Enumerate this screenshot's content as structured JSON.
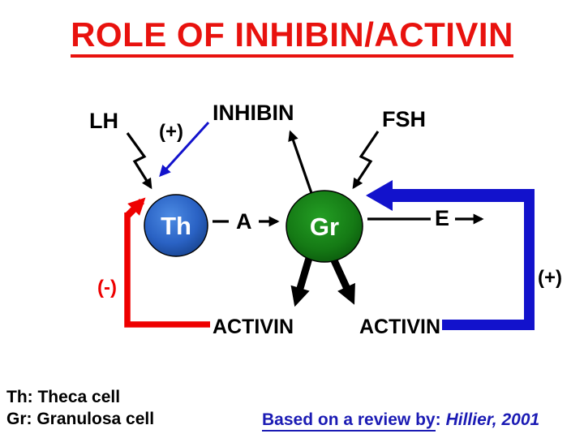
{
  "slide": {
    "title": "ROLE OF INHIBIN/ACTIVIN"
  },
  "diagram": {
    "lh_label": "LH",
    "fsh_label": "FSH",
    "inhibin_label": "INHIBIN",
    "plus_top": "(+)",
    "plus_right": "(+)",
    "minus_left": "(-)",
    "theca_label": "Th",
    "granulosa_label": "Gr",
    "androgen_label": "A",
    "estrogen_label": "E",
    "activin_left": "ACTIVIN",
    "activin_right": "ACTIVIN"
  },
  "legend": {
    "theca_line": "Th: Theca cell",
    "granulosa_line": "Gr: Granulosa cell"
  },
  "attribution": {
    "link_text": "Based on a review by",
    "separator": ":",
    "source": "Hillier, 2001"
  },
  "colors": {
    "title_red": "#e8120e",
    "feedback_red": "#ee0000",
    "loop_blue": "#1212cc",
    "attribution_blue": "#1b1bb4",
    "arrow_black": "#000000",
    "theca_center": "#4d8ce4",
    "theca_mid": "#2a62c4",
    "theca_edge": "#123a7e",
    "granulosa_center": "#249e24",
    "granulosa_mid": "#157a15",
    "granulosa_edge": "#064708"
  }
}
